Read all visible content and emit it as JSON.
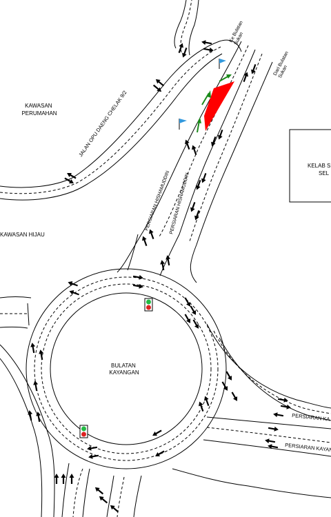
{
  "labels": {
    "ke_bulatan_sukan_1": "Ke Bulatan",
    "ke_bulatan_sukan_2": "Sukan",
    "dari_bulatan_sukan_1": "Dari Bulatan",
    "dari_bulatan_sukan_2": "Sukan",
    "kawasan_perumahan_1": "KAWASAN",
    "kawasan_perumahan_2": "PERUMAHAN",
    "jalan_opu": "JALAN OPU DAENG CHELAK 9/2",
    "kelab_1": "KELAB S",
    "kelab_2": "SEL",
    "persiaran_hishamuddin_1": "PERSIARAN HISHAMUDDIN",
    "persiaran_hishamuddin_2": "PERSIARAN HISHAMUDDIN",
    "kawasan_hijau": "KAWASAN HIJAU",
    "bulatan_1": "BULATAN",
    "bulatan_2": "KAYANGAN",
    "persiaran_kayangan_1": "PERSIARAN KA",
    "persiaran_kayangan_2": "PERSIARAN KAYAN"
  },
  "colors": {
    "closure": "#ff0000",
    "flag": "#3399dd",
    "signal_green": "#22bb44",
    "signal_red": "#dd2222",
    "guide_arrow": "#1a8a1a"
  },
  "icons": {
    "flag": "flag-icon",
    "traffic_light": "traffic-light-icon",
    "arrow": "arrow-icon"
  }
}
